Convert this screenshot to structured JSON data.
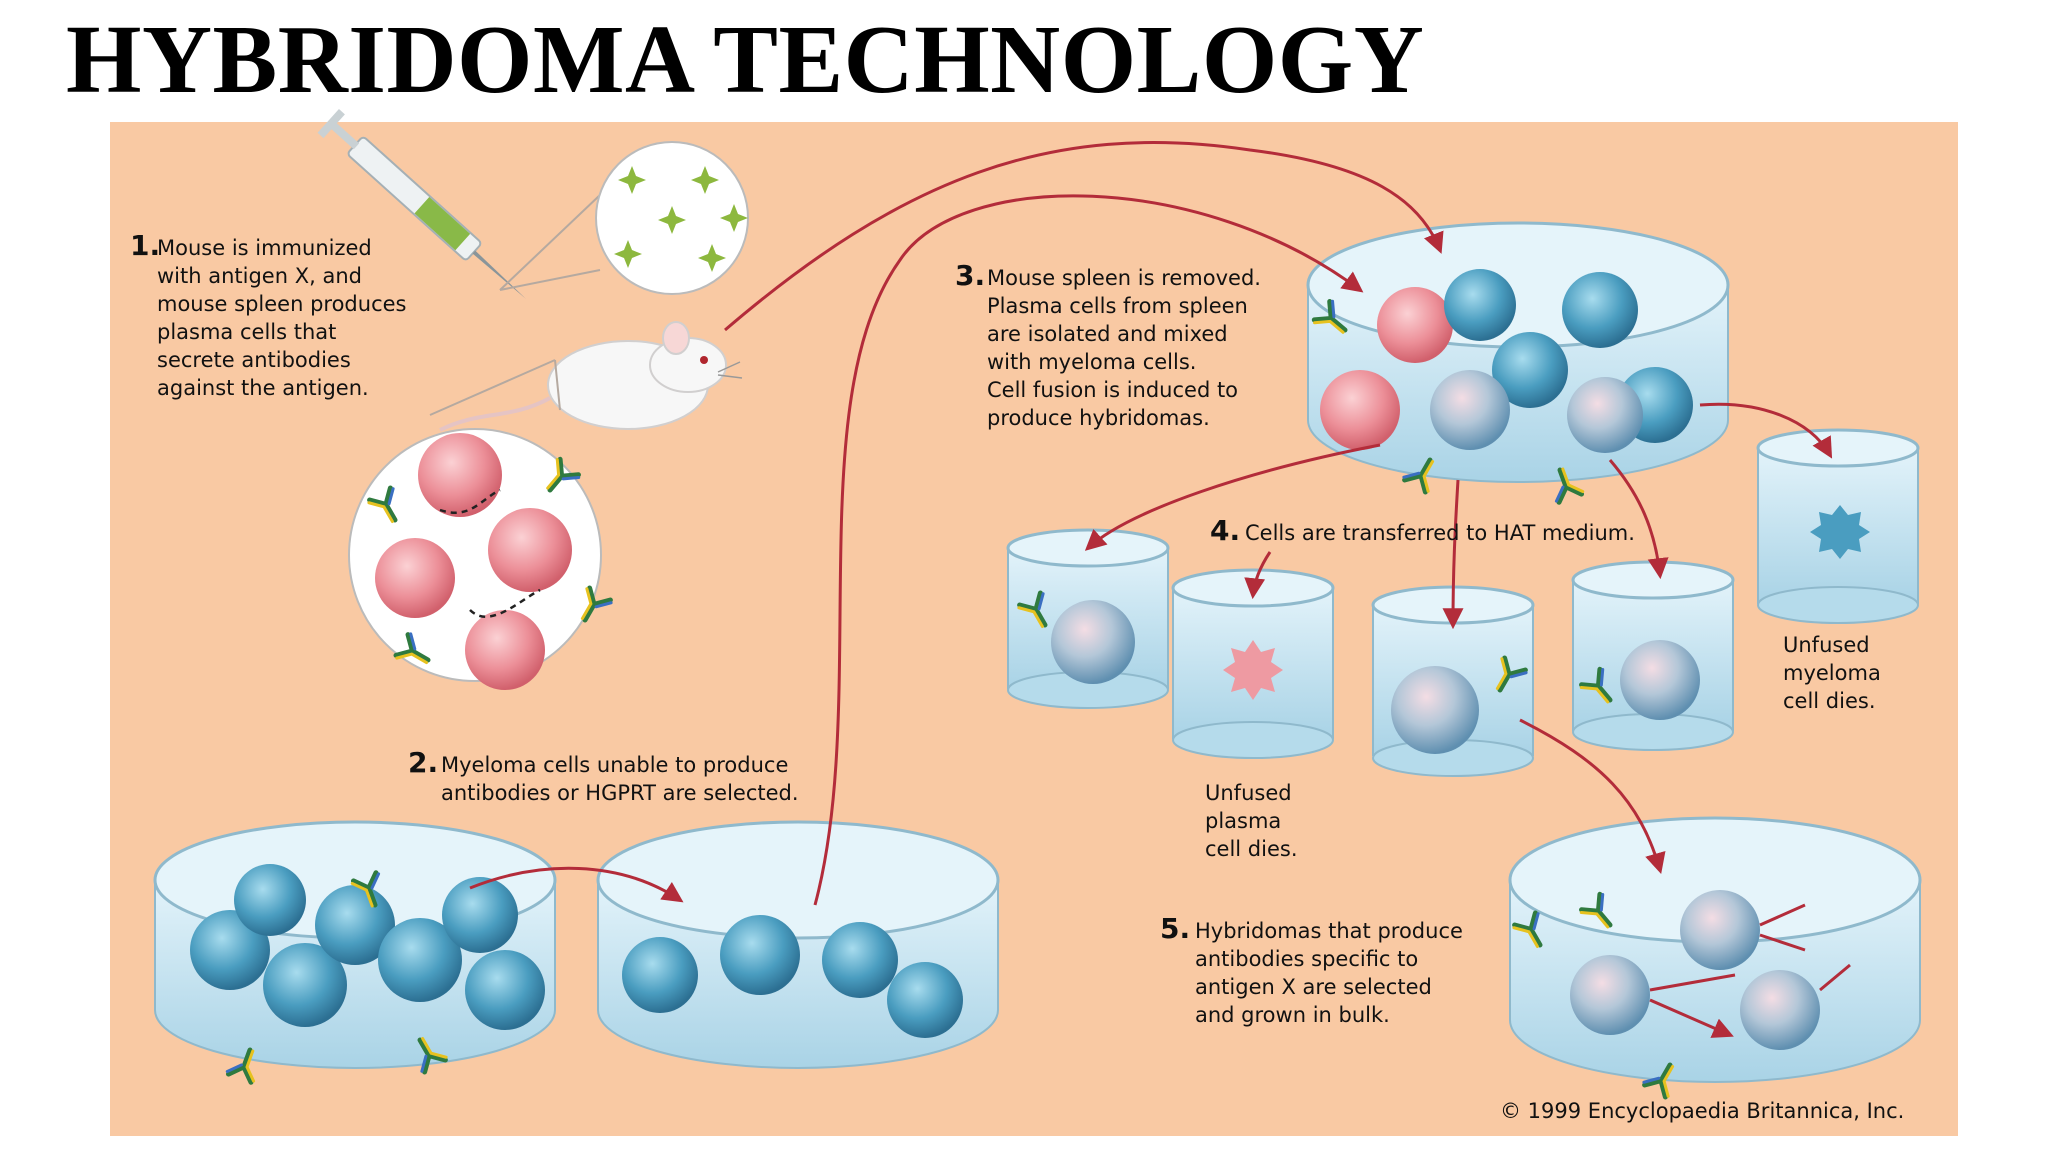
{
  "title": "HYBRIDOMA TECHNOLOGY",
  "colors": {
    "background": "#f9c9a3",
    "plasma_cell": "#e8848d",
    "myeloma_cell": "#3f94b7",
    "arrow": "#b32c3a",
    "dish_water": "#c8e6f2"
  },
  "steps": [
    {
      "number": "1.",
      "lines": [
        "Mouse is immunized",
        "with antigen X, and",
        "mouse spleen produces",
        "plasma cells that",
        "secrete antibodies",
        "against the antigen."
      ]
    },
    {
      "number": "2.",
      "lines": [
        "Myeloma cells unable to produce",
        "antibodies or HGPRT are selected."
      ]
    },
    {
      "number": "3.",
      "lines": [
        "Mouse spleen is removed.",
        "Plasma cells from spleen",
        "are isolated and mixed",
        "with myeloma cells.",
        "Cell fusion is induced to",
        "produce hybridomas."
      ]
    },
    {
      "number": "4.",
      "lines": [
        "Cells are transferred to HAT medium."
      ]
    },
    {
      "number": "5.",
      "lines": [
        "Hybridomas that produce",
        "antibodies specific to",
        "antigen X are selected",
        "and grown in bulk."
      ]
    }
  ],
  "notes": {
    "plasma_dies": [
      "Unfused",
      "plasma",
      "cell dies."
    ],
    "myeloma_dies": [
      "Unfused",
      "myeloma",
      "cell dies."
    ]
  },
  "copyright": "© 1999 Encyclopaedia Britannica, Inc."
}
